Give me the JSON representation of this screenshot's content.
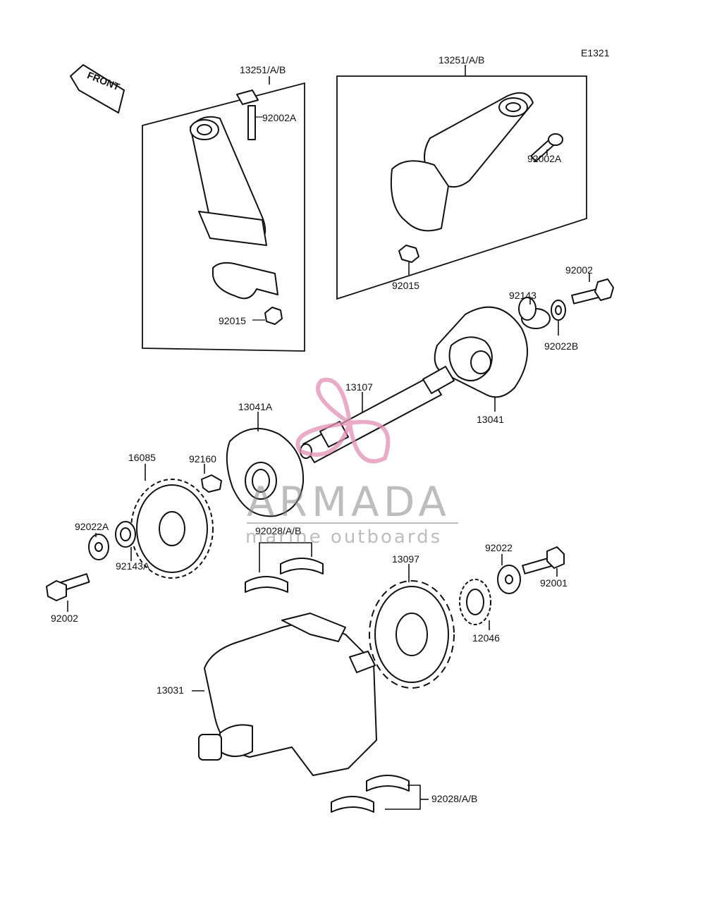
{
  "diagram": {
    "code": "E1321",
    "front_label": "FRONT",
    "watermark": {
      "title": "ARMADA",
      "subtitle": "marine outboards",
      "accent_color": "#e48fb5"
    },
    "labels": {
      "rod_left": "13251/A/B",
      "bolt_left": "92002A",
      "nut_left": "92015",
      "rod_right": "13251/A/B",
      "bolt_right": "92002A",
      "nut_right": "92015",
      "bolt_top": "92002",
      "collar_top": "92143",
      "washer_top": "92022B",
      "shaft": "13107",
      "weight_right": "13041",
      "weight_left": "13041A",
      "sprocket_big": "16085",
      "key": "92160",
      "washer_left": "92022A",
      "collar_left": "92143A",
      "bolt_left_low": "92002",
      "bearing_mid": "92028/A/B",
      "gear_mid": "13097",
      "washer_right": "92022",
      "bolt_right_low": "92001",
      "gear_small": "12046",
      "crankshaft": "13031",
      "bearing_low": "92028/A/B"
    }
  }
}
